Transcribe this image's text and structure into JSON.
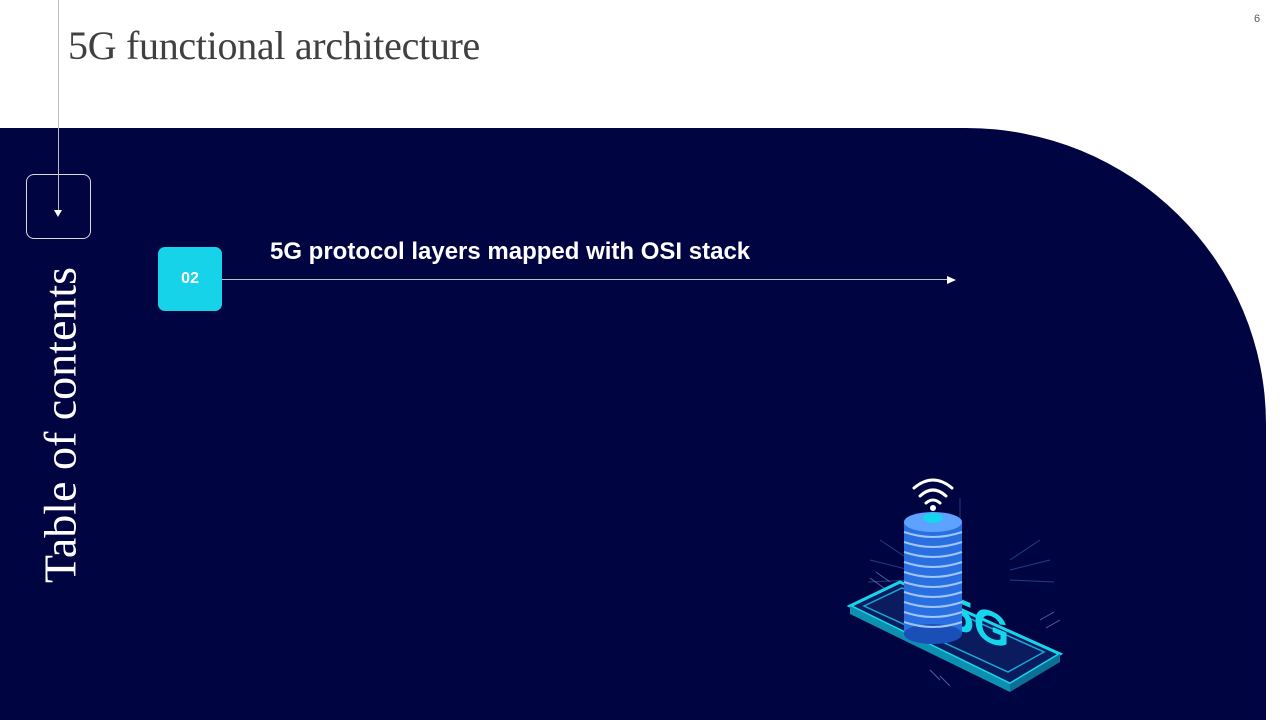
{
  "slide": {
    "title": "5G functional architecture",
    "page_number": "6"
  },
  "toc": {
    "label": "Table of contents",
    "items": [
      {
        "number": "02",
        "text": "5G protocol layers mapped with OSI stack"
      }
    ]
  },
  "illustration": {
    "label": "5G",
    "icon": "5g-tower-icon",
    "colors": {
      "tower": "#2a6fe0",
      "platform": "#16d6ee",
      "background": "#000542"
    }
  }
}
